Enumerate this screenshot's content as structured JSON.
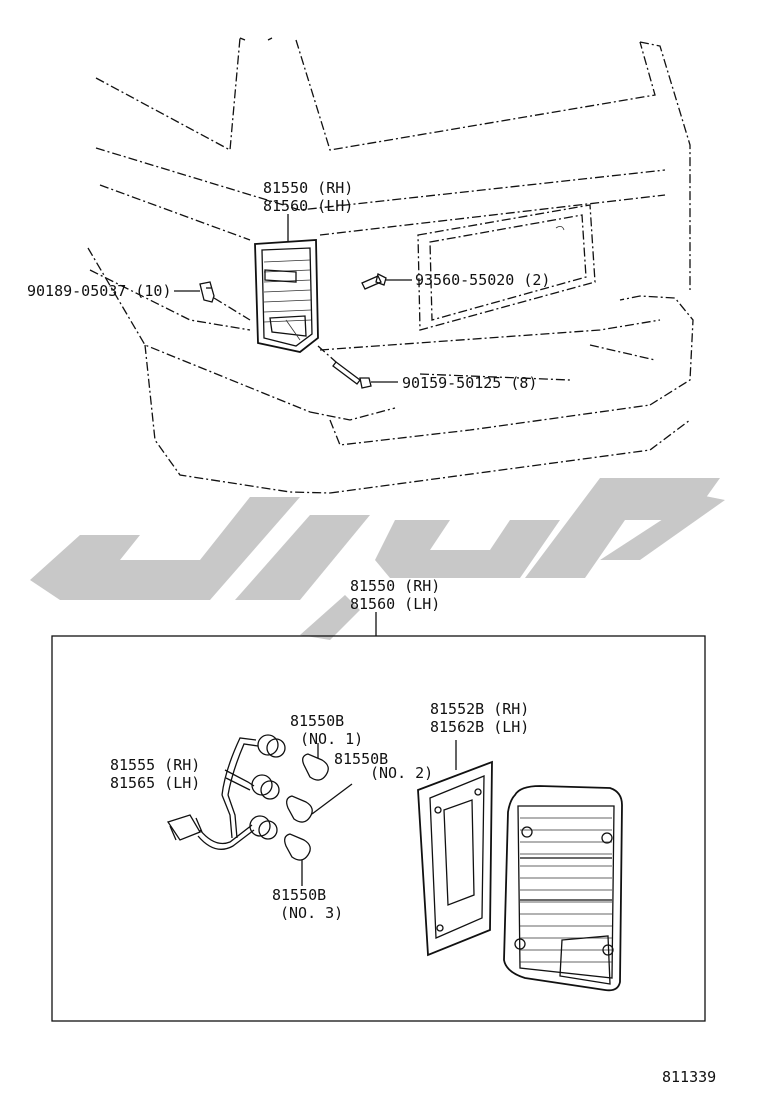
{
  "colors": {
    "line": "#111111",
    "watermark": "#c8c8c8",
    "background": "#ffffff"
  },
  "labels": {
    "top_lamp_rh": "81550 (RH)",
    "top_lamp_lh": "81560 (LH)",
    "clip": "90189-05037 (10)",
    "screw_plate": "93560-55020 (2)",
    "screw_lamp": "90159-50125 (8)",
    "assy_rh": "81550 (RH)",
    "assy_lh": "81560 (LH)",
    "gasket_rh": "81552B (RH)",
    "gasket_lh": "81562B (LH)",
    "bulb1_part": "81550B",
    "bulb1_no": "(NO. 1)",
    "bulb2_part": "81550B",
    "bulb2_no": "(NO. 2)",
    "bulb3_part": "81550B",
    "bulb3_no": "(NO. 3)",
    "socket_rh": "81555 (RH)",
    "socket_lh": "81565 (LH)",
    "diagram_number": "811339"
  },
  "icons": [
    "vehicle-rear-outline",
    "tail-lamp",
    "clip-icon",
    "screw-icon",
    "bulb-icon",
    "socket-wire-harness",
    "lamp-gasket",
    "lamp-lens",
    "watermark-logo"
  ]
}
